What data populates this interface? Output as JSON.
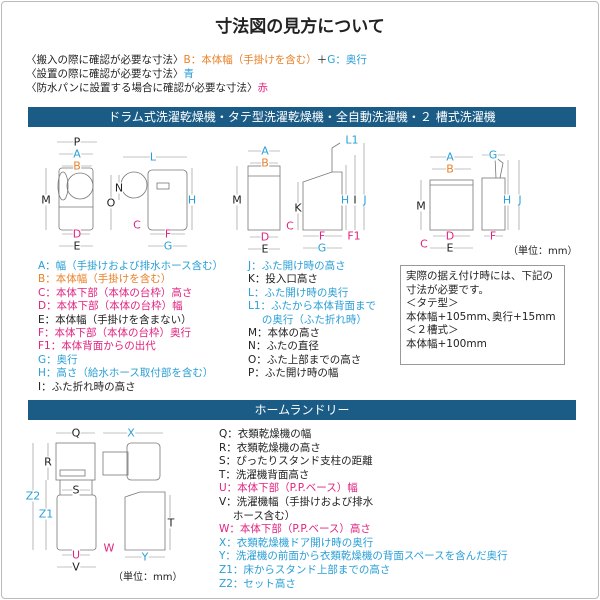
{
  "title": "寸法図の見方について",
  "intro": [
    {
      "prefix": "〈搬入の際に確認が必要な寸法〉",
      "a": "B：本体幅（手掛けを含む）",
      "plus": "＋",
      "b": "G：奥行"
    },
    {
      "prefix": "〈設置の際に確認が必要な寸法〉",
      "a": "青"
    },
    {
      "prefix": "〈防水パンに設置する場合に確認が必要な寸法〉",
      "a": "赤"
    }
  ],
  "section1": {
    "title": "ドラム式洗濯乾燥機・タテ型洗濯乾燥機・全自動洗濯機・２ 槽式洗濯機",
    "labels": {
      "A": "A",
      "B": "B",
      "C": "C",
      "D": "D",
      "E": "E",
      "F": "F",
      "F1": "F1",
      "G": "G",
      "H": "H",
      "I": "I",
      "J": "J",
      "K": "K",
      "L": "L",
      "L1": "L1",
      "M": "M",
      "N": "N",
      "O": "O",
      "P": "P"
    },
    "unit": "（単位：mm）",
    "legend_left": [
      "A：幅（手掛けおよび排水ホース含む）",
      "B：本体幅（手掛けを含む）",
      "C：本体下部（本体の台枠）高さ",
      "D：本体下部（本体の台枠）幅",
      "E：本体幅（手掛けを含まない）",
      "F：本体下部（本体の台枠）奥行",
      "F1：本体背面からの出代",
      "G：奥行",
      "H：高さ（給水ホース取付部を含む）",
      "I：ふた折れ時の高さ"
    ],
    "legend_right": [
      "J：ふた開け時の高さ",
      "K：投入口高さ",
      "L：ふた開け時の奥行",
      "L1：ふたから本体背面まで",
      "　 の奥行（ふた折れ時）",
      "M：本体の高さ",
      "N：ふたの直径",
      "O：ふた上部までの高さ",
      "P：ふた開け時の幅"
    ],
    "note": [
      "実際の据え付け時には、下記の",
      "寸法が必要です。",
      "＜タテ型＞",
      "本体幅+105mm､奥行+15mm",
      "＜２槽式＞",
      "本体幅+100mm"
    ]
  },
  "section2": {
    "title": "ホームランドリー",
    "labels": {
      "Q": "Q",
      "R": "R",
      "S": "S",
      "T": "T",
      "U": "U",
      "V": "V",
      "W": "W",
      "X": "X",
      "Y": "Y",
      "Z1": "Z1",
      "Z2": "Z2"
    },
    "unit": "（単位：mm）",
    "legend": [
      "Q：衣類乾燥機の幅",
      "R：衣類乾燥機の高さ",
      "S：ぴったりスタンド支柱の距離",
      "T：洗濯機背面高さ",
      "U：本体下部（P.P.ベース）幅",
      "V：洗濯機幅（手掛けおよび排水",
      "　 ホース含む）",
      "W：本体下部（P.P.ベース）高さ",
      "X：衣類乾燥機ドア開け時の奥行",
      "Y：洗濯機の前面から衣類乾燥機の背面スペースを含んだ奥行",
      "Z1：床からスタンド上部までの高さ",
      "Z2：セット高さ"
    ]
  },
  "colors": {
    "blue": "#2a9fd6",
    "orange": "#e9822a",
    "magenta": "#e0237f",
    "banner": "#1b5c86"
  }
}
